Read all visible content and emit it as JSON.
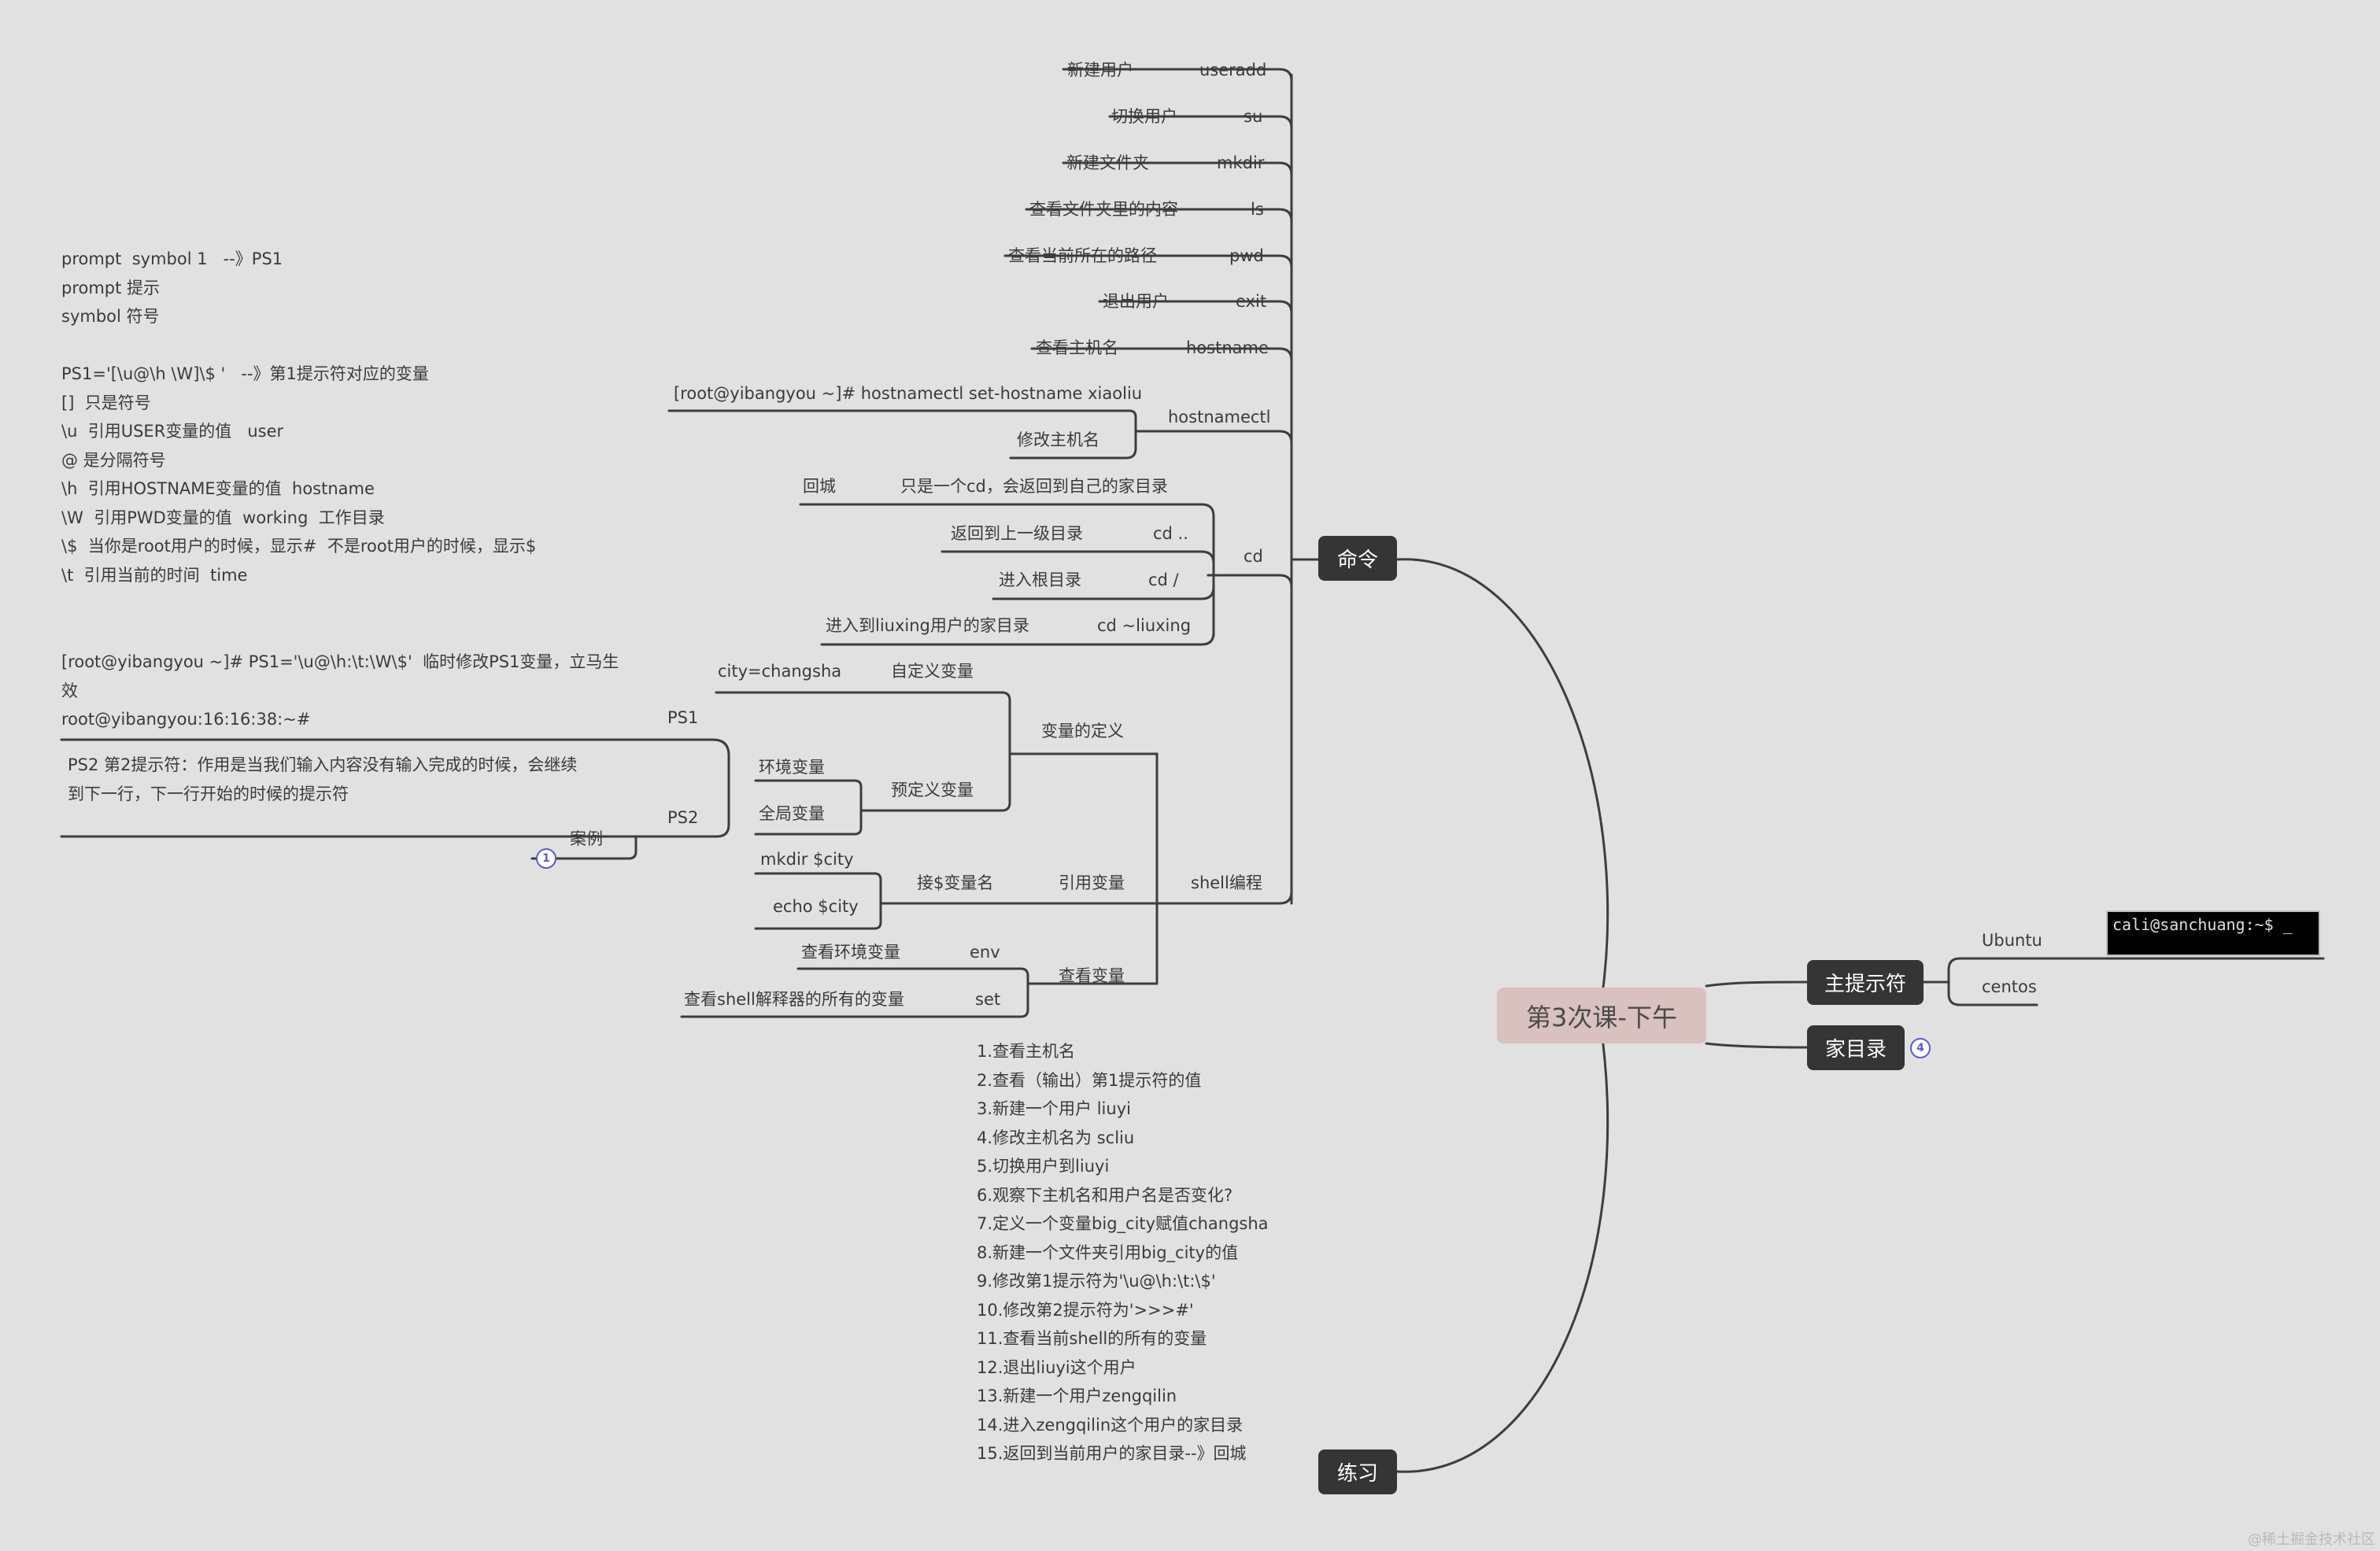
{
  "central": "第3次课-下午",
  "topics": {
    "commands": "命令",
    "practice": "练习",
    "main_prompt": "主提示符",
    "home_dir": "家目录"
  },
  "commands": [
    {
      "label": "新建用户",
      "cmd": "useradd"
    },
    {
      "label": "切换用户",
      "cmd": "su"
    },
    {
      "label": "新建文件夹",
      "cmd": "mkdir"
    },
    {
      "label": "查看文件夹里的内容",
      "cmd": "ls"
    },
    {
      "label": "查看当前所在的路径",
      "cmd": "pwd"
    },
    {
      "label": "退出用户",
      "cmd": "exit"
    },
    {
      "label": "查看主机名",
      "cmd": "hostname"
    }
  ],
  "hostnamectl": {
    "example": "[root@yibangyou ~]# hostnamectl set-hostname  xiaoliu",
    "label": "修改主机名",
    "cmd": "hostnamectl"
  },
  "cd": {
    "cmd": "cd",
    "items": [
      {
        "label": "回城",
        "desc": "只是一个cd，会返回到自己的家目录"
      },
      {
        "label": "返回到上一级目录",
        "desc": "cd .."
      },
      {
        "label": "进入根目录",
        "desc": "cd  /"
      },
      {
        "label": "进入到liuxing用户的家目录",
        "desc": "cd ~liuxing"
      }
    ]
  },
  "shell": {
    "label": "shell编程",
    "var_def": "变量的定义",
    "custom_var": "自定义变量",
    "custom_example": "city=changsha",
    "predef_var": "预定义变量",
    "env_var": "环境变量",
    "global_var": "全局变量",
    "ps1": "PS1",
    "ps2": "PS2",
    "case": "案例",
    "case_badge": "1",
    "ps1_note": "[root@yibangyou ~]# PS1='\\u@\\h:\\t:\\W\\$'  临时修改PS1变量，立马生\n效\nroot@yibangyou:16:16:38:~#",
    "ps2_note": "PS2 第2提示符：作用是当我们输入内容没有输入完成的时候，会继续\n到下一行，下一行开始的时候的提示符",
    "ref_var": "引用变量",
    "ref_sub": "接$变量名",
    "ref_ex1": "mkdir   $city",
    "ref_ex2": "echo  $city",
    "view_var": "查看变量",
    "view_env": "查看环境变量",
    "view_env_cmd": "env",
    "view_all": "查看shell解释器的所有的变量",
    "view_all_cmd": "set"
  },
  "left_note": "prompt  symbol 1   --》PS1\nprompt 提示\nsymbol 符号\n\nPS1='[\\u@\\h \\W]\\$ '   --》第1提示符对应的变量\n[]  只是符号\n\\u  引用USER变量的值   user\n@ 是分隔符号\n\\h  引用HOSTNAME变量的值  hostname\n\\W  引用PWD变量的值  working  工作目录\n\\$  当你是root用户的时候，显示#  不是root用户的时候，显示$\n\\t  引用当前的时间  time",
  "practice": [
    "1.查看主机名",
    "2.查看（输出）第1提示符的值",
    "3.新建一个用户 liuyi",
    "4.修改主机名为 scliu",
    "5.切换用户到liuyi",
    "6.观察下主机名和用户名是否变化?",
    "7.定义一个变量big_city赋值changsha",
    "8.新建一个文件夹引用big_city的值",
    "9.修改第1提示符为'\\u@\\h:\\t:\\$'",
    "10.修改第2提示符为'>>>#'",
    "11.查看当前shell的所有的变量",
    "12.退出liuyi这个用户",
    "13.新建一个用户zengqilin",
    "14.进入zengqilin这个用户的家目录",
    "15.返回到当前用户的家目录--》回城"
  ],
  "main_prompt": {
    "ubuntu": "Ubuntu",
    "centos": "centos",
    "terminal_text": "cali@sanchuang:~$ _"
  },
  "home_badge": "4",
  "watermark": "@稀土掘金技术社区",
  "colors": {
    "background": "#e1e1e1",
    "topic": "#353535",
    "central": "#d8c1bf",
    "line": "#3d3d3d",
    "badge": "#5b5bd6"
  }
}
